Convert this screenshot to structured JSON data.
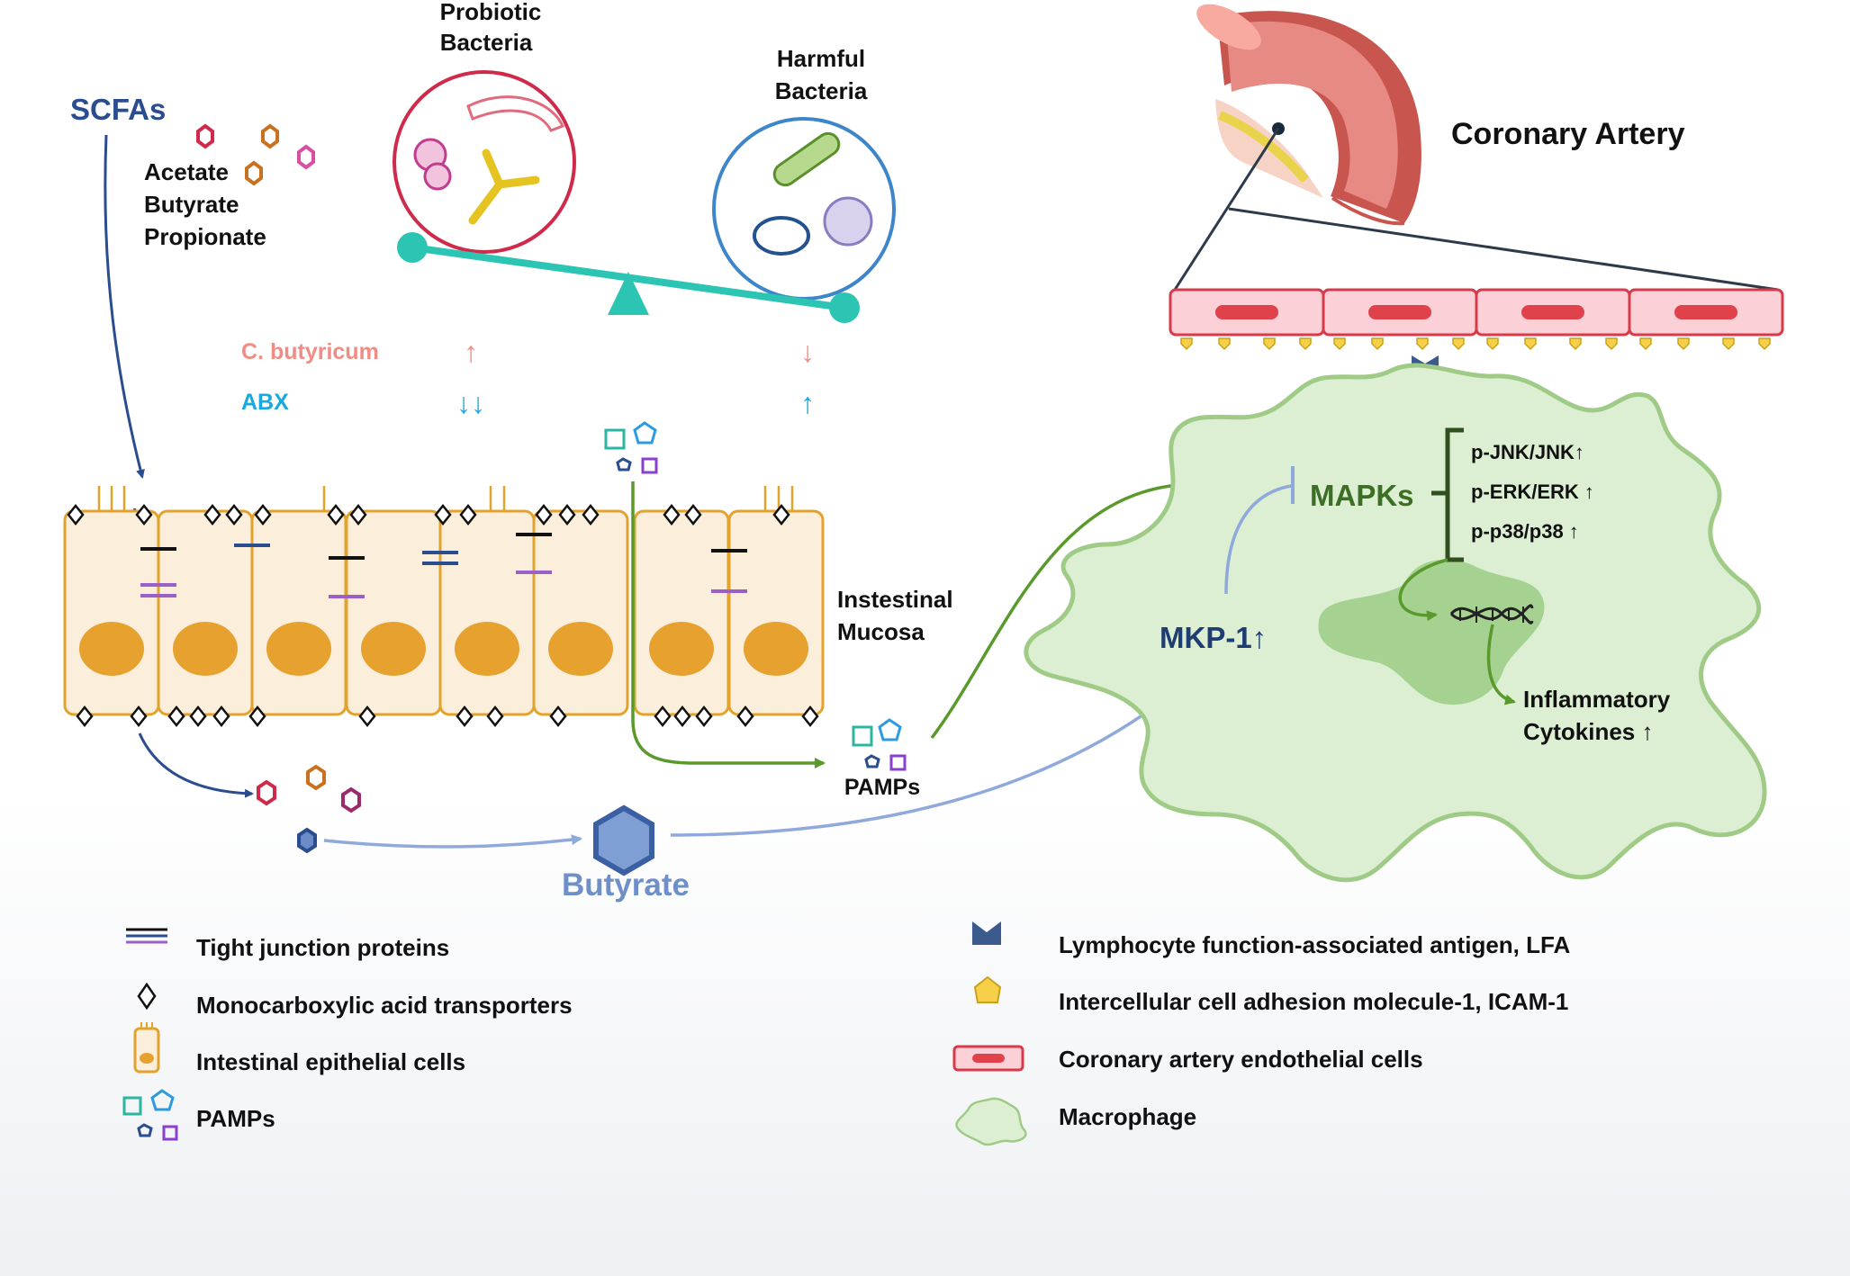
{
  "scfa": {
    "title": "SCFAs",
    "items": [
      "Acetate",
      "Butyrate",
      "Propionate"
    ]
  },
  "bacteria": {
    "probiotic_line1": "Probiotic",
    "probiotic_line2": "Bacteria",
    "harmful_line1": "Harmful",
    "harmful_line2": "Bacteria"
  },
  "treatments": {
    "c_butyricum": {
      "label": "C. butyricum",
      "probiotic_arrow": "↑",
      "harmful_arrow": "↓",
      "color": "#f08c84"
    },
    "abx": {
      "label": "ABX",
      "probiotic_arrow": "↓↓",
      "harmful_arrow": "↑",
      "color": "#18a9e0"
    }
  },
  "mucosa": {
    "line1": "Instestinal",
    "line2": "Mucosa"
  },
  "pamps_label": "PAMPs",
  "butyrate_label": "Butyrate",
  "artery": {
    "title": "Coronary Artery"
  },
  "macrophage": {
    "mapks": "MAPKs",
    "mkp1": "MKP-1↑",
    "markers": [
      "p-JNK/JNK↑",
      "p-ERK/ERK ↑",
      "p-p38/p38 ↑"
    ],
    "cytokines_line1": "Inflammatory",
    "cytokines_line2": "Cytokines ↑"
  },
  "legend": {
    "tight_junction": "Tight junction proteins",
    "mct": "Monocarboxylic acid transporters",
    "epithelial": "Intestinal epithelial cells",
    "pamps": "PAMPs",
    "lfa": "Lymphocyte function-associated antigen, LFA",
    "icam": "Intercellular cell adhesion molecule-1, ICAM-1",
    "endothelial": "Coronary artery endothelial cells",
    "macrophage": "Macrophage"
  },
  "colors": {
    "scfa_arrow": "#2a4d8f",
    "butyrate": "#7f9fd4",
    "green_arrow": "#5a9a2c",
    "teal": "#2cc5b4",
    "cell_border": "#e3a22c",
    "nucleus": "#e7a12f",
    "macrophage_fill": "#dcefd3",
    "macrophage_border": "#9fcb87"
  }
}
